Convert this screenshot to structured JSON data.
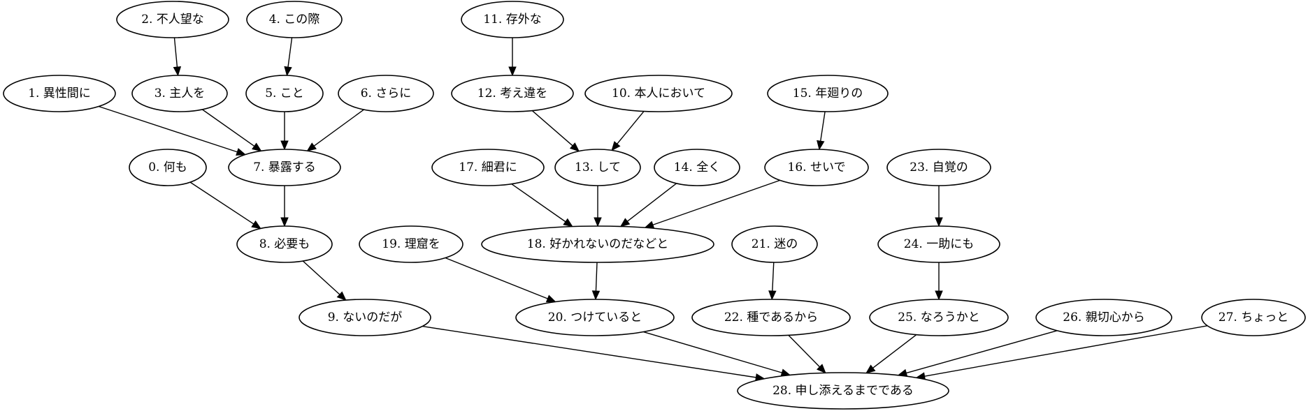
{
  "nodes": [
    {
      "id": "0",
      "label": "0. 何も"
    },
    {
      "id": "1",
      "label": "1. 異性間に"
    },
    {
      "id": "2",
      "label": "2. 不人望な"
    },
    {
      "id": "3",
      "label": "3. 主人を"
    },
    {
      "id": "4",
      "label": "4. この際"
    },
    {
      "id": "5",
      "label": "5. こと"
    },
    {
      "id": "6",
      "label": "6. さらに"
    },
    {
      "id": "7",
      "label": "7. 暴露する"
    },
    {
      "id": "8",
      "label": "8. 必要も"
    },
    {
      "id": "9",
      "label": "9. ないのだが"
    },
    {
      "id": "10",
      "label": "10. 本人において"
    },
    {
      "id": "11",
      "label": "11. 存外な"
    },
    {
      "id": "12",
      "label": "12. 考え違を"
    },
    {
      "id": "13",
      "label": "13. して"
    },
    {
      "id": "14",
      "label": "14. 全く"
    },
    {
      "id": "15",
      "label": "15. 年廻りの"
    },
    {
      "id": "16",
      "label": "16. せいで"
    },
    {
      "id": "17",
      "label": "17. 細君に"
    },
    {
      "id": "18",
      "label": "18. 好かれないのだなどと"
    },
    {
      "id": "19",
      "label": "19. 理窟を"
    },
    {
      "id": "20",
      "label": "20. つけていると"
    },
    {
      "id": "21",
      "label": "21. 迷の"
    },
    {
      "id": "22",
      "label": "22. 種であるから"
    },
    {
      "id": "23",
      "label": "23. 自覚の"
    },
    {
      "id": "24",
      "label": "24. 一助にも"
    },
    {
      "id": "25",
      "label": "25. なろうかと"
    },
    {
      "id": "26",
      "label": "26. 親切心から"
    },
    {
      "id": "27",
      "label": "27. ちょっと"
    },
    {
      "id": "28",
      "label": "28. 申し添えるまでである"
    }
  ],
  "edges": [
    {
      "from": "2",
      "to": "3"
    },
    {
      "from": "4",
      "to": "5"
    },
    {
      "from": "1",
      "to": "7"
    },
    {
      "from": "3",
      "to": "7"
    },
    {
      "from": "5",
      "to": "7"
    },
    {
      "from": "6",
      "to": "7"
    },
    {
      "from": "0",
      "to": "8"
    },
    {
      "from": "7",
      "to": "8"
    },
    {
      "from": "8",
      "to": "9"
    },
    {
      "from": "11",
      "to": "12"
    },
    {
      "from": "12",
      "to": "13"
    },
    {
      "from": "10",
      "to": "13"
    },
    {
      "from": "15",
      "to": "16"
    },
    {
      "from": "17",
      "to": "18"
    },
    {
      "from": "13",
      "to": "18"
    },
    {
      "from": "14",
      "to": "18"
    },
    {
      "from": "16",
      "to": "18"
    },
    {
      "from": "19",
      "to": "20"
    },
    {
      "from": "18",
      "to": "20"
    },
    {
      "from": "21",
      "to": "22"
    },
    {
      "from": "23",
      "to": "24"
    },
    {
      "from": "24",
      "to": "25"
    },
    {
      "from": "9",
      "to": "28"
    },
    {
      "from": "20",
      "to": "28"
    },
    {
      "from": "22",
      "to": "28"
    },
    {
      "from": "25",
      "to": "28"
    },
    {
      "from": "26",
      "to": "28"
    },
    {
      "from": "27",
      "to": "28"
    }
  ]
}
